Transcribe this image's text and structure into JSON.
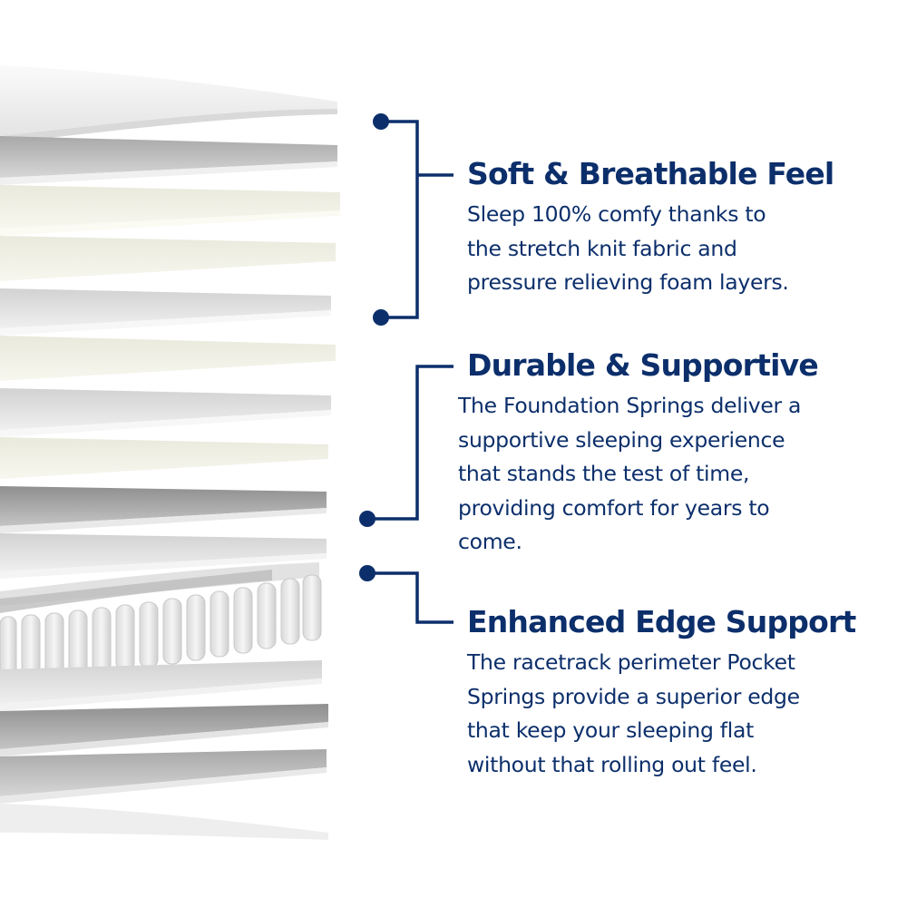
{
  "colors": {
    "brand": "#0c2f6b",
    "background": "#ffffff"
  },
  "image": {
    "subject": "mattress-layers-cross-section-icon"
  },
  "features": [
    {
      "title": "Soft & Breathable Feel",
      "body": "Sleep 100% comfy thanks to\nthe stretch knit fabric and\npressure relieving foam layers."
    },
    {
      "title": "Durable & Supportive",
      "body": "The Foundation Springs deliver a\nsupportive sleeping experience\nthat stands the test of time,\nproviding comfort for years to\ncome."
    },
    {
      "title": "Enhanced Edge Support",
      "body": "The racetrack perimeter Pocket\nSprings provide a superior edge\nthat keep your sleeping flat\nwithout that rolling out feel."
    }
  ]
}
